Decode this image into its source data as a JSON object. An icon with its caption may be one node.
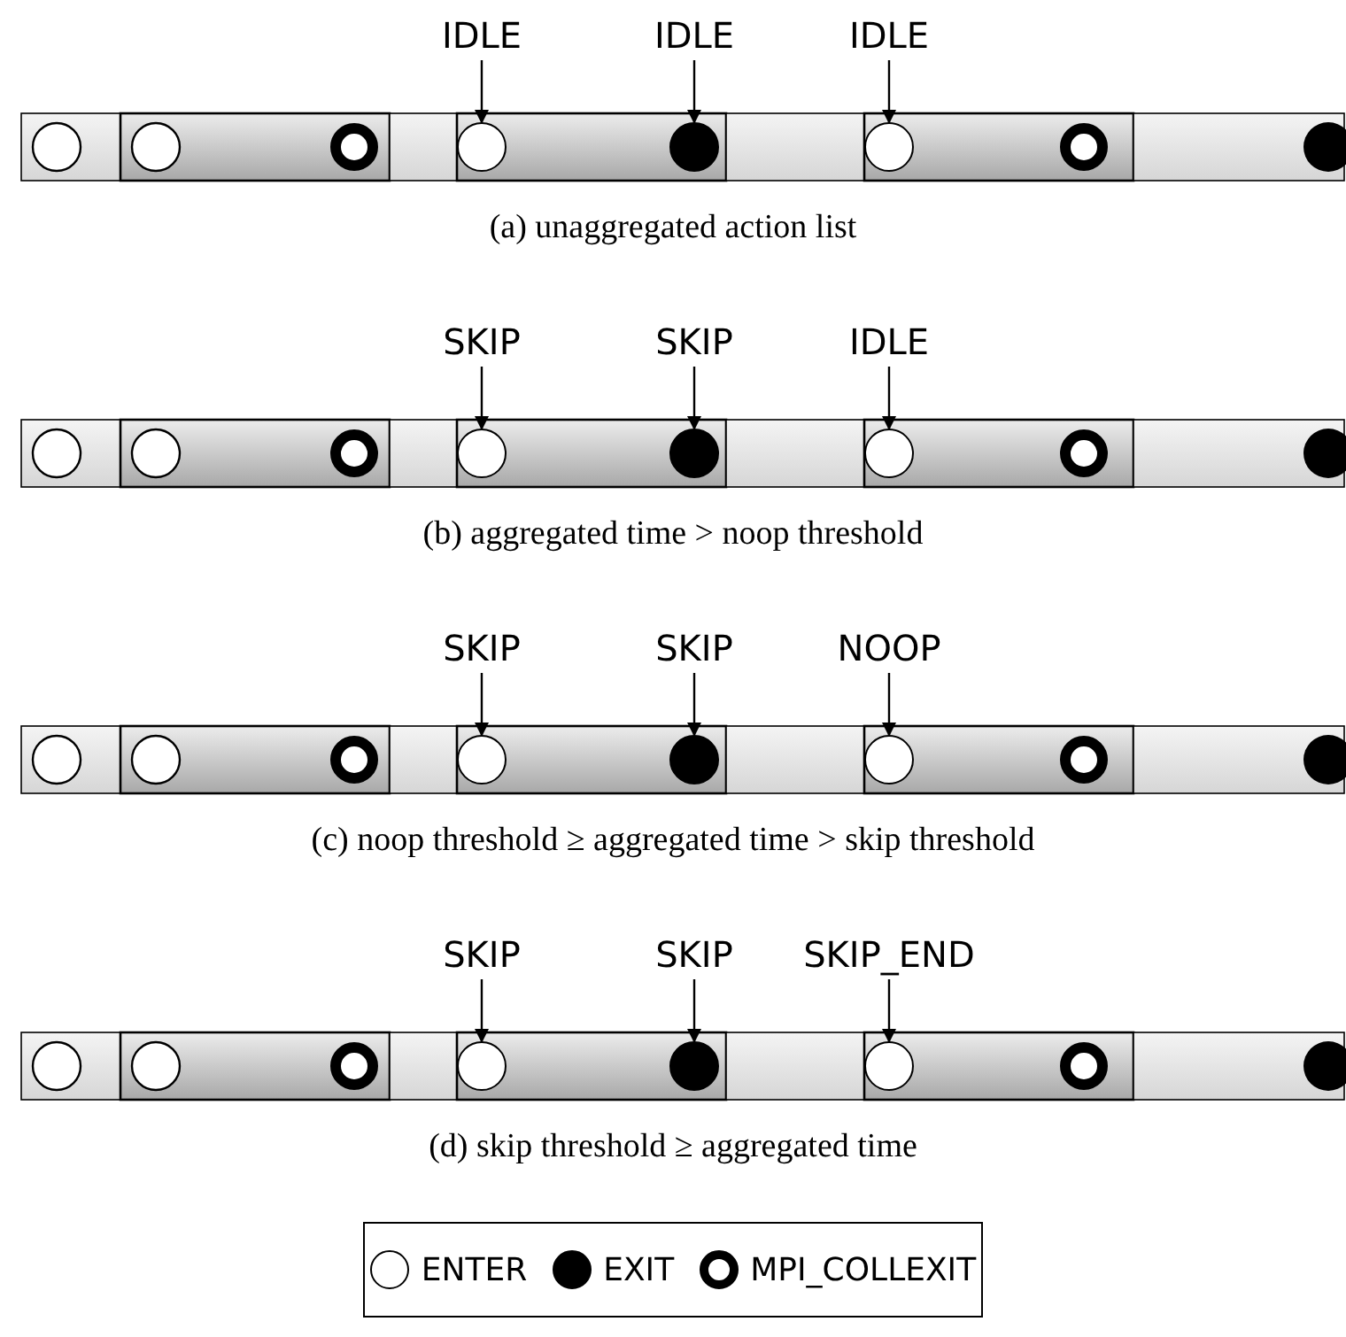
{
  "diagram": {
    "nodes": [
      {
        "text": [
          "IDLE"
        ]
      },
      {
        "text": [
          "IDLE"
        ]
      },
      {
        "text": [
          "IDLE"
        ]
      },
      {
        "text": [],
        "shape": "circle"
      },
      {
        "text": [],
        "shape": "circle"
      },
      {
        "text": [],
        "shape": "circle"
      },
      {
        "text": [
          "SKIP"
        ]
      },
      {
        "text": [
          "SKIP"
        ]
      },
      {
        "text": [
          "IDLE"
        ]
      },
      {
        "text": [],
        "shape": "circle"
      },
      {
        "text": [],
        "shape": "circle"
      },
      {
        "text": [],
        "shape": "circle"
      },
      {
        "text": [
          "SKIP"
        ]
      },
      {
        "text": [
          "SKIP"
        ]
      },
      {
        "text": [
          "NOOP"
        ]
      },
      {
        "text": [],
        "shape": "circle"
      },
      {
        "text": [],
        "shape": "circle"
      },
      {
        "text": [],
        "shape": "circle"
      },
      {
        "text": [
          "SKIP"
        ]
      },
      {
        "text": [
          "SKIP"
        ]
      },
      {
        "text": [
          "SKIP_END"
        ]
      },
      {
        "text": [],
        "shape": "circle"
      },
      {
        "text": [],
        "shape": "circle"
      },
      {
        "text": [],
        "shape": "circle"
      }
    ],
    "edges": [
      {
        "from": 0,
        "to": 3,
        "arrow": "to"
      },
      {
        "from": 1,
        "to": 4,
        "arrow": "to"
      },
      {
        "from": 2,
        "to": 5,
        "arrow": "to"
      },
      {
        "from": 6,
        "to": 9,
        "arrow": "to"
      },
      {
        "from": 7,
        "to": 10,
        "arrow": "to"
      },
      {
        "from": 8,
        "to": 11,
        "arrow": "to"
      },
      {
        "from": 12,
        "to": 15,
        "arrow": "to"
      },
      {
        "from": 13,
        "to": 16,
        "arrow": "to"
      },
      {
        "from": 14,
        "to": 17,
        "arrow": "to"
      },
      {
        "from": 18,
        "to": 21,
        "arrow": "to"
      },
      {
        "from": 19,
        "to": 22,
        "arrow": "to"
      },
      {
        "from": 20,
        "to": 23,
        "arrow": "to"
      }
    ],
    "labels": [
      "(a) unaggregated action list",
      "(b) aggregated time > noop threshold",
      "(c) noop threshold ≥ aggregated time > skip threshold",
      "(d) skip threshold ≥ aggregated time"
    ],
    "legend": [
      {
        "text": "ENTER"
      },
      {
        "text": "EXIT"
      },
      {
        "text": "MPI_COLLEXIT"
      }
    ]
  }
}
